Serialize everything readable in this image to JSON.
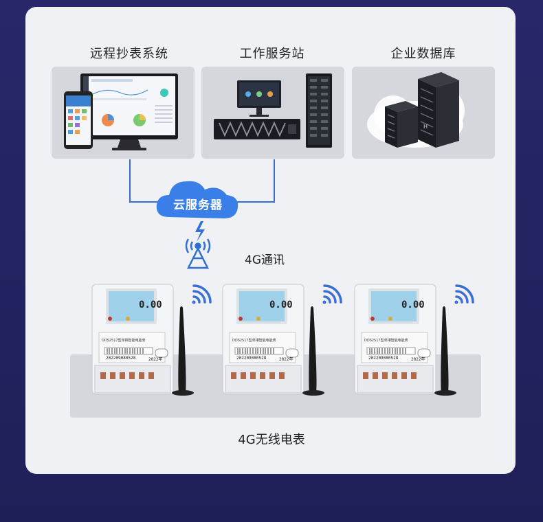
{
  "columns": [
    {
      "title": "远程抄表系统"
    },
    {
      "title": "工作服务站"
    },
    {
      "title": "企业数据库"
    }
  ],
  "cloud": {
    "label": "云服务器"
  },
  "network": {
    "label": "4G通讯"
  },
  "meters": {
    "label": "4G无线电表",
    "reading": "0.00",
    "model_line": "DDS2517型单相智能电能表",
    "serial": "202209080528",
    "year": "2022年",
    "count": 3
  },
  "colors": {
    "background": "#24245f",
    "card": "#eff1f5",
    "panel": "#d5d7dc",
    "connector": "#2f6fd6",
    "cloud": "#3a7fe8",
    "meter_screen": "#9fd1ea"
  },
  "icons": [
    "monitor-icon",
    "phone-icon",
    "server-rack-icon",
    "database-servers-icon",
    "cloud-icon",
    "antenna-tower-icon",
    "wifi-signal-icon",
    "electric-meter-icon"
  ]
}
